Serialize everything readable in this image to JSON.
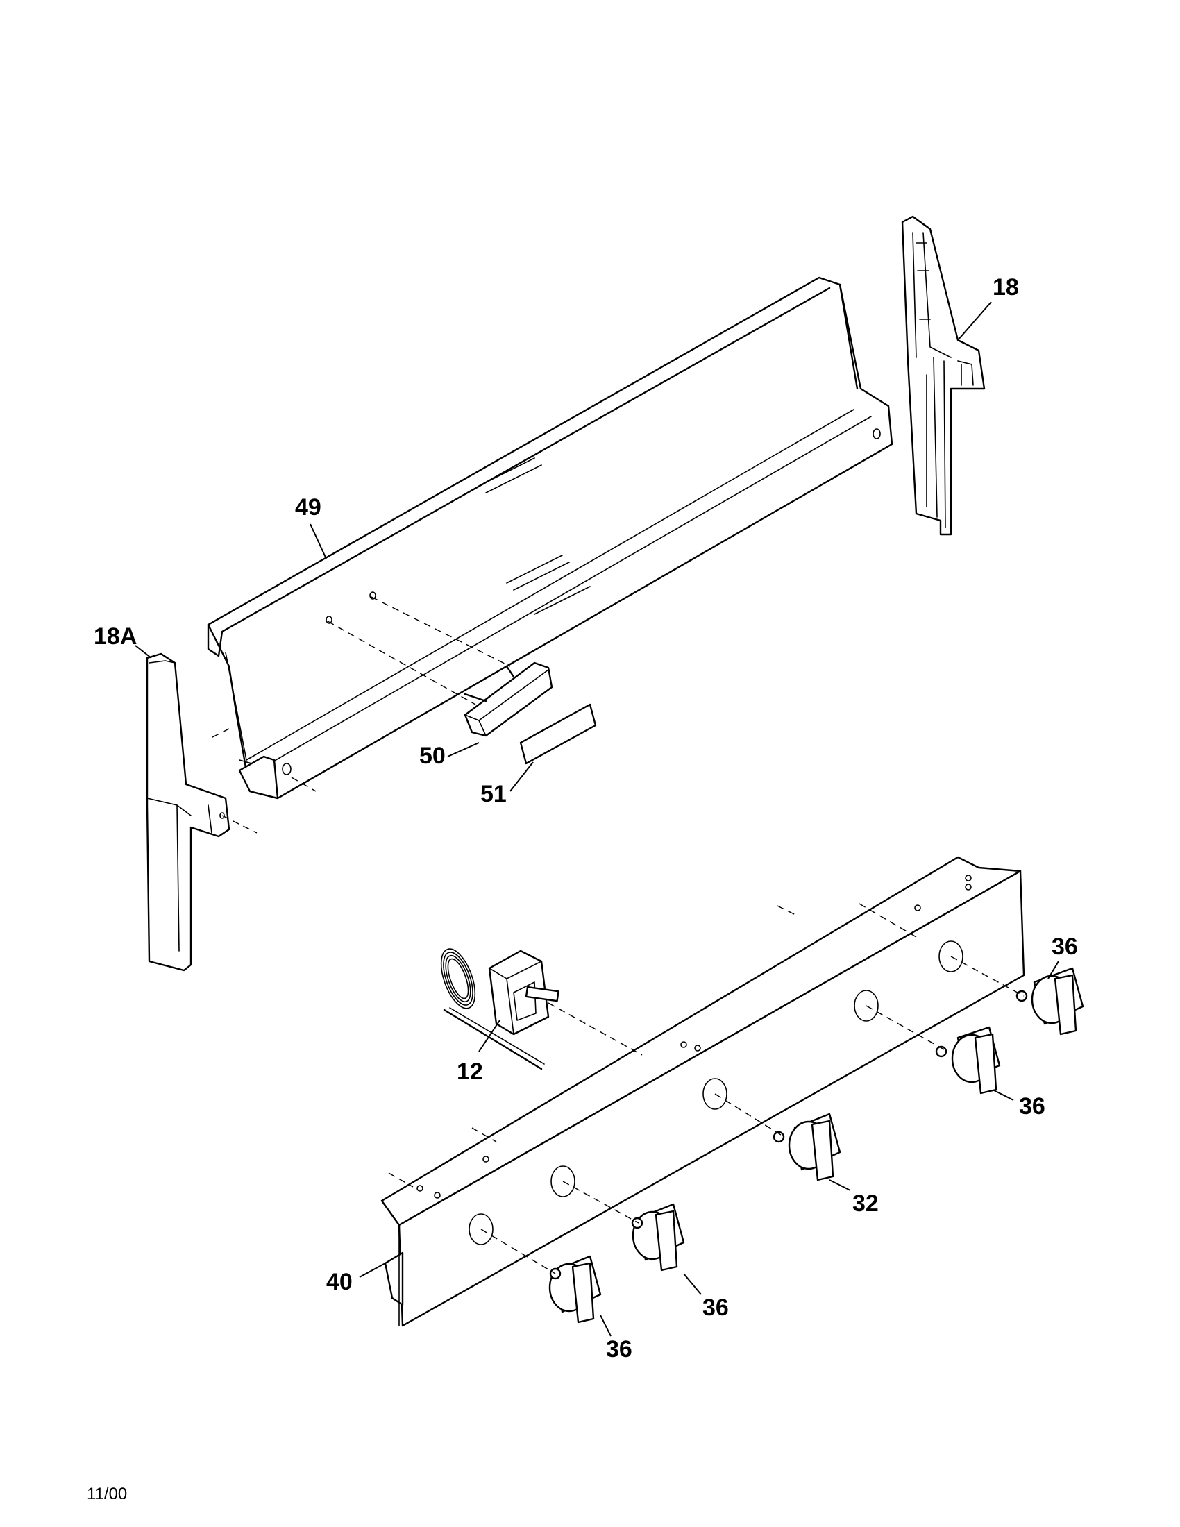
{
  "callouts": {
    "backguard": "49",
    "end_cap_right": "18",
    "end_cap_left": "18A",
    "clock_timer": "50",
    "overlay": "51",
    "thermostat": "12",
    "knob_upper_right": "36",
    "knob_mid_right": "36",
    "knob_center": "32",
    "knob_lower_mid": "36",
    "knob_lower_left": "36",
    "control_panel": "40"
  },
  "footer": {
    "date_code": "11/00"
  }
}
